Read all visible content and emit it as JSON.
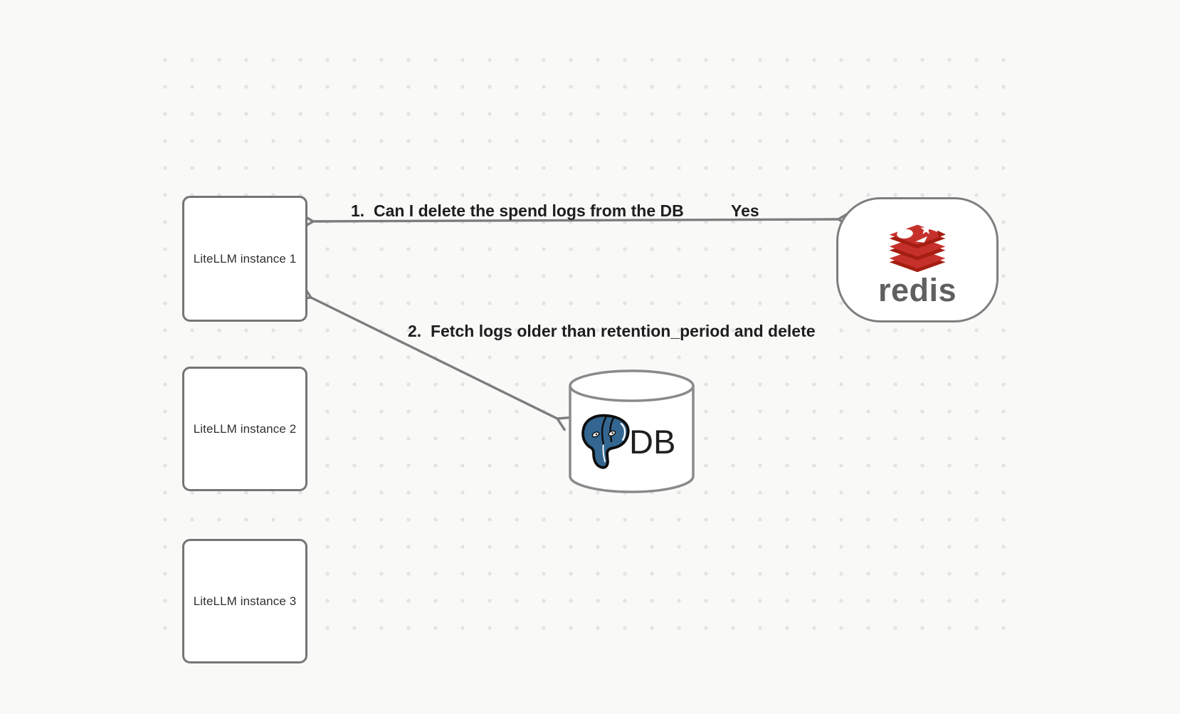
{
  "canvas": {
    "background": "#f9f9f8",
    "dot_color": "#e3e3e3"
  },
  "nodes": {
    "litellm1": {
      "label": "LiteLLM instance 1"
    },
    "litellm2": {
      "label": "LiteLLM instance 2"
    },
    "litellm3": {
      "label": "LiteLLM instance 3"
    },
    "redis": {
      "label": "redis",
      "icon": "redis-logo"
    },
    "db": {
      "label": "DB",
      "icon": "postgresql-elephant-logo"
    }
  },
  "arrows": [
    {
      "label": "1.  Can I delete the spend logs from the DB",
      "answer": "Yes",
      "from": "redis",
      "to": "LiteLLM instance 1",
      "heads": "both"
    },
    {
      "label": "2.  Fetch logs older than retention_period and delete",
      "from": "DB",
      "to": "LiteLLM instance 1",
      "heads": "both"
    }
  ],
  "colors": {
    "redis_red": "#C6302B",
    "redis_dark_red": "#A41E11",
    "redis_wordmark_gray": "#5f6061",
    "postgres_blue": "#336791",
    "shape_stroke_gray": "#7a7a7a",
    "arrow_gray": "#7d7d7d",
    "label_text": "#1e1e1e"
  }
}
